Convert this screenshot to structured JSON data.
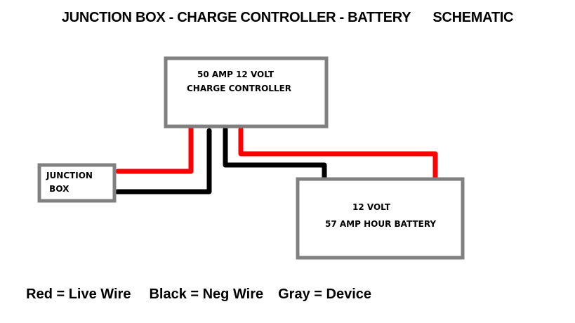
{
  "title": "JUNCTION BOX - CHARGE CONTROLLER - BATTERY      SCHEMATIC",
  "colors": {
    "live_wire": "#ff0000",
    "neg_wire": "#000000",
    "device": "#808080",
    "background": "#ffffff"
  },
  "devices": {
    "charge_controller": {
      "line1": "50 AMP 12 VOLT",
      "line2": "CHARGE CONTROLLER"
    },
    "junction_box": {
      "line1": "JUNCTION",
      "line2": " BOX"
    },
    "battery": {
      "line1": "12 VOLT",
      "line2": "57 AMP HOUR BATTERY"
    }
  },
  "wires": [
    {
      "type": "live",
      "from": "junction_box",
      "to": "charge_controller"
    },
    {
      "type": "neg",
      "from": "junction_box",
      "to": "charge_controller"
    },
    {
      "type": "neg",
      "from": "charge_controller",
      "to": "battery"
    },
    {
      "type": "live",
      "from": "charge_controller",
      "to": "battery"
    }
  ],
  "legend": {
    "red": "Red = Live Wire",
    "black": "Black = Neg Wire",
    "gray": "Gray = Device"
  }
}
